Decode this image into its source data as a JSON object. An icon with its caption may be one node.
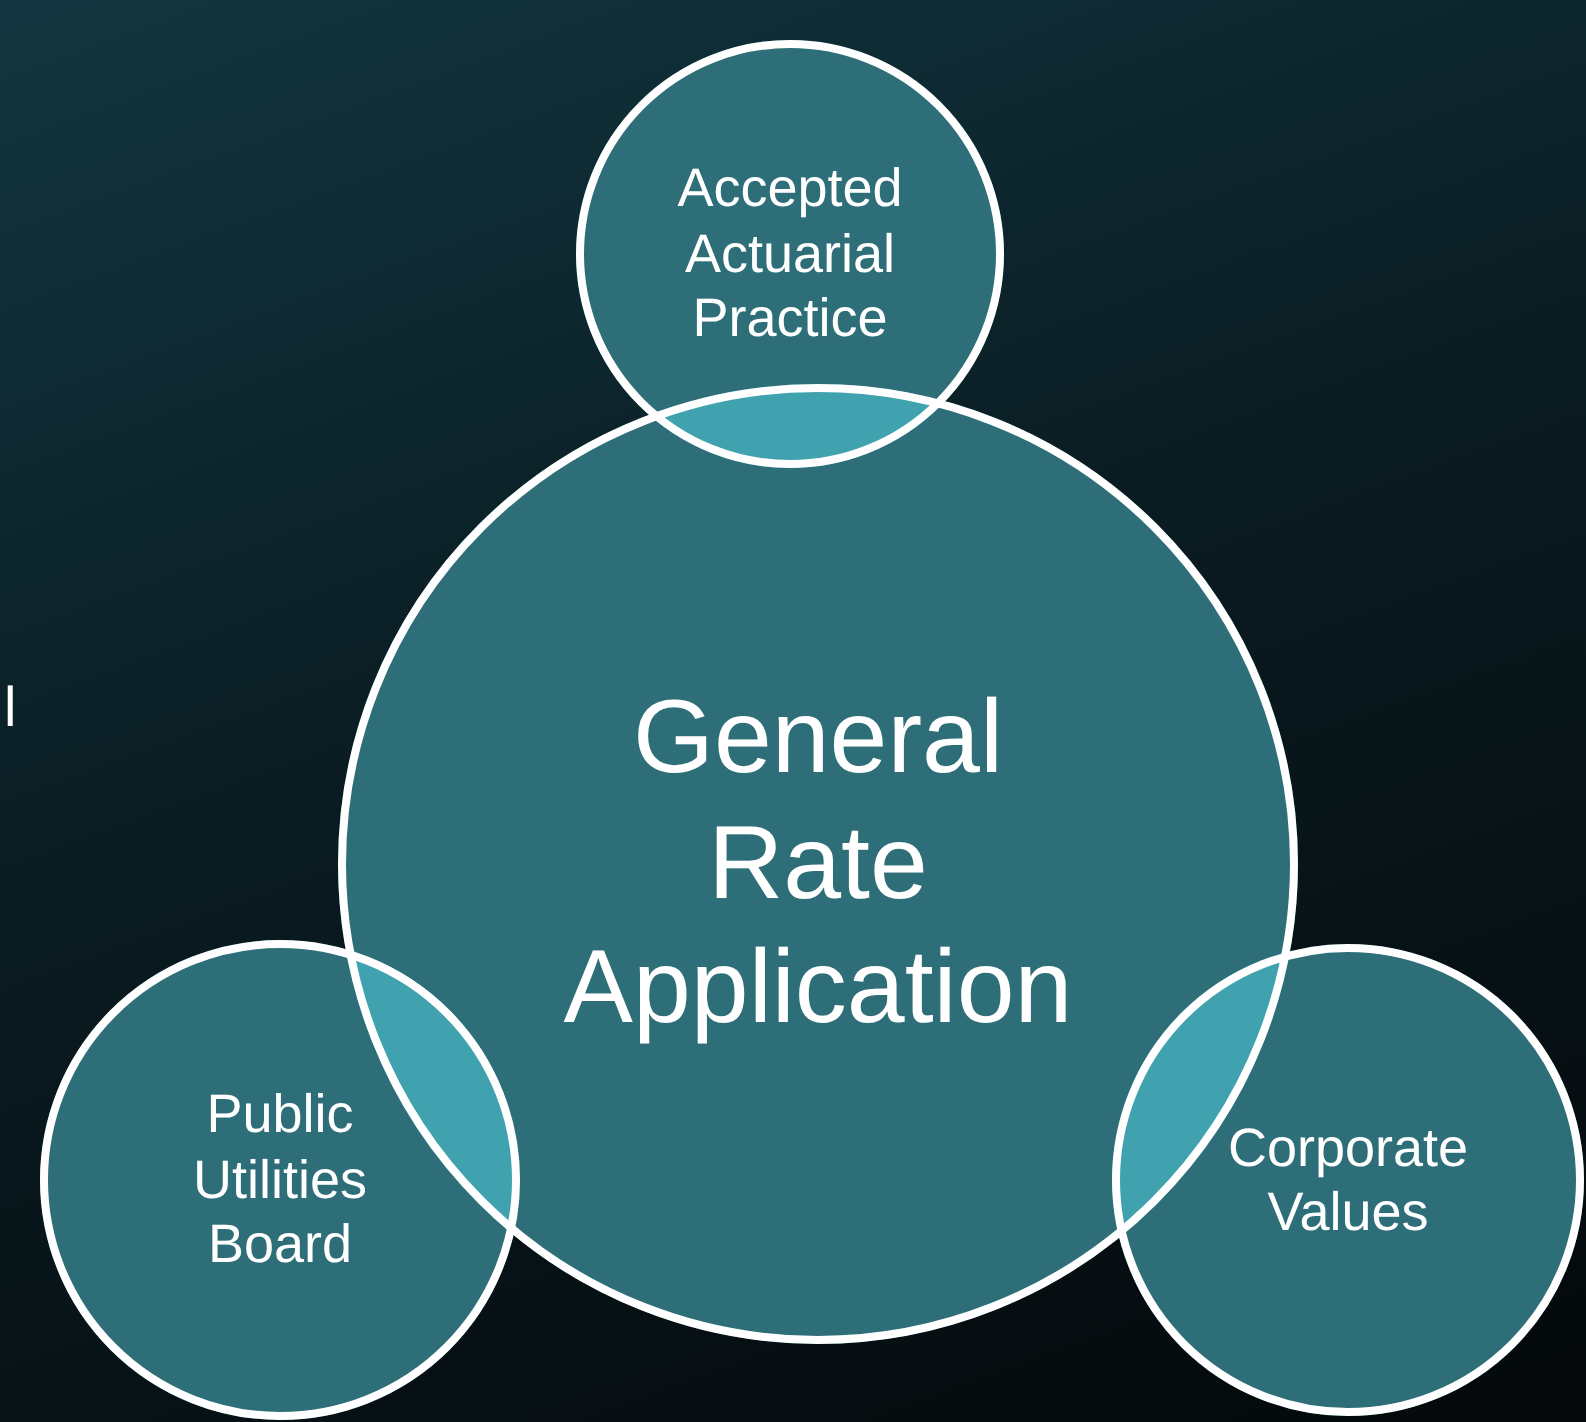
{
  "diagram": {
    "nodes": [
      {
        "text": [
          "General Rate Application"
        ]
      },
      {
        "text": [
          "Accepted Actuarial Practice"
        ]
      },
      {
        "text": [
          "Public Utilities Board"
        ]
      },
      {
        "text": [
          "Corporate Values"
        ]
      }
    ],
    "labels": [
      "l"
    ]
  }
}
